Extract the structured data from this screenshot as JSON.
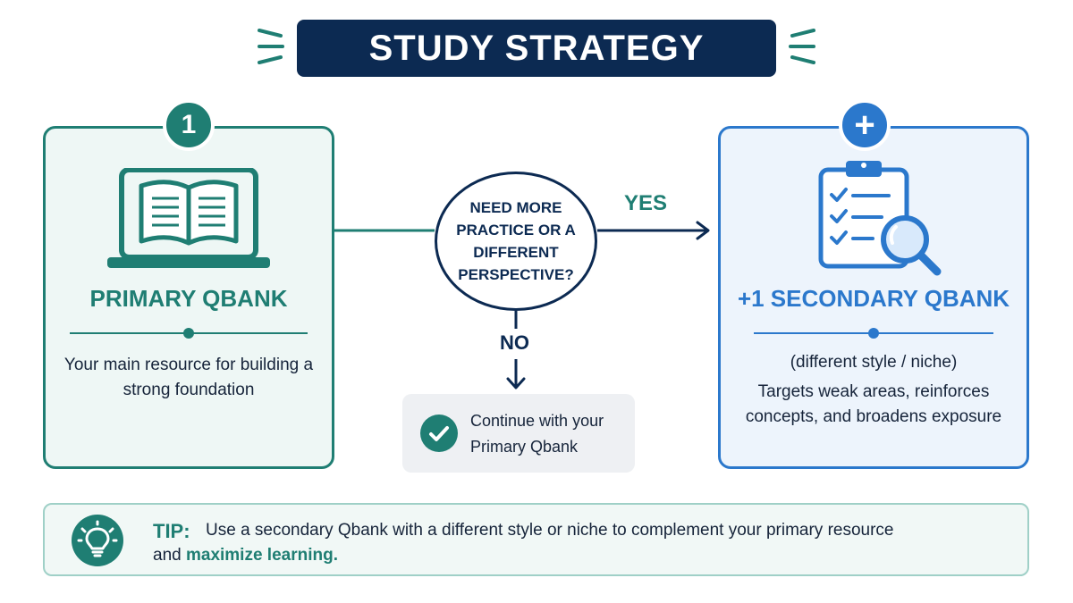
{
  "title": "STUDY STRATEGY",
  "left_card": {
    "badge": "1",
    "title": "PRIMARY QBANK",
    "description": "Your main resource for building a strong foundation",
    "icon": "laptop-book-icon"
  },
  "decision": {
    "question": "NEED MORE PRACTICE OR A DIFFERENT PERSPECTIVE?",
    "yes_label": "YES",
    "no_label": "NO"
  },
  "continue": {
    "text": "Continue with your Primary Qbank",
    "icon": "check-icon"
  },
  "right_card": {
    "badge": "+",
    "title": "+1 SECONDARY QBANK",
    "subtitle": "(different style / niche)",
    "description": "Targets weak areas, reinforces concepts, and broadens exposure",
    "icon": "clipboard-magnifier-icon"
  },
  "tip": {
    "label": "TIP:",
    "text_line1": "Use a secondary Qbank with a different style or niche to complement your primary resource",
    "text_line2_prefix": "and",
    "text_line2_highlight": "maximize learning.",
    "icon": "lightbulb-icon"
  },
  "colors": {
    "navy": "#0c2a52",
    "teal": "#1f7e73",
    "blue": "#2b78cc"
  }
}
